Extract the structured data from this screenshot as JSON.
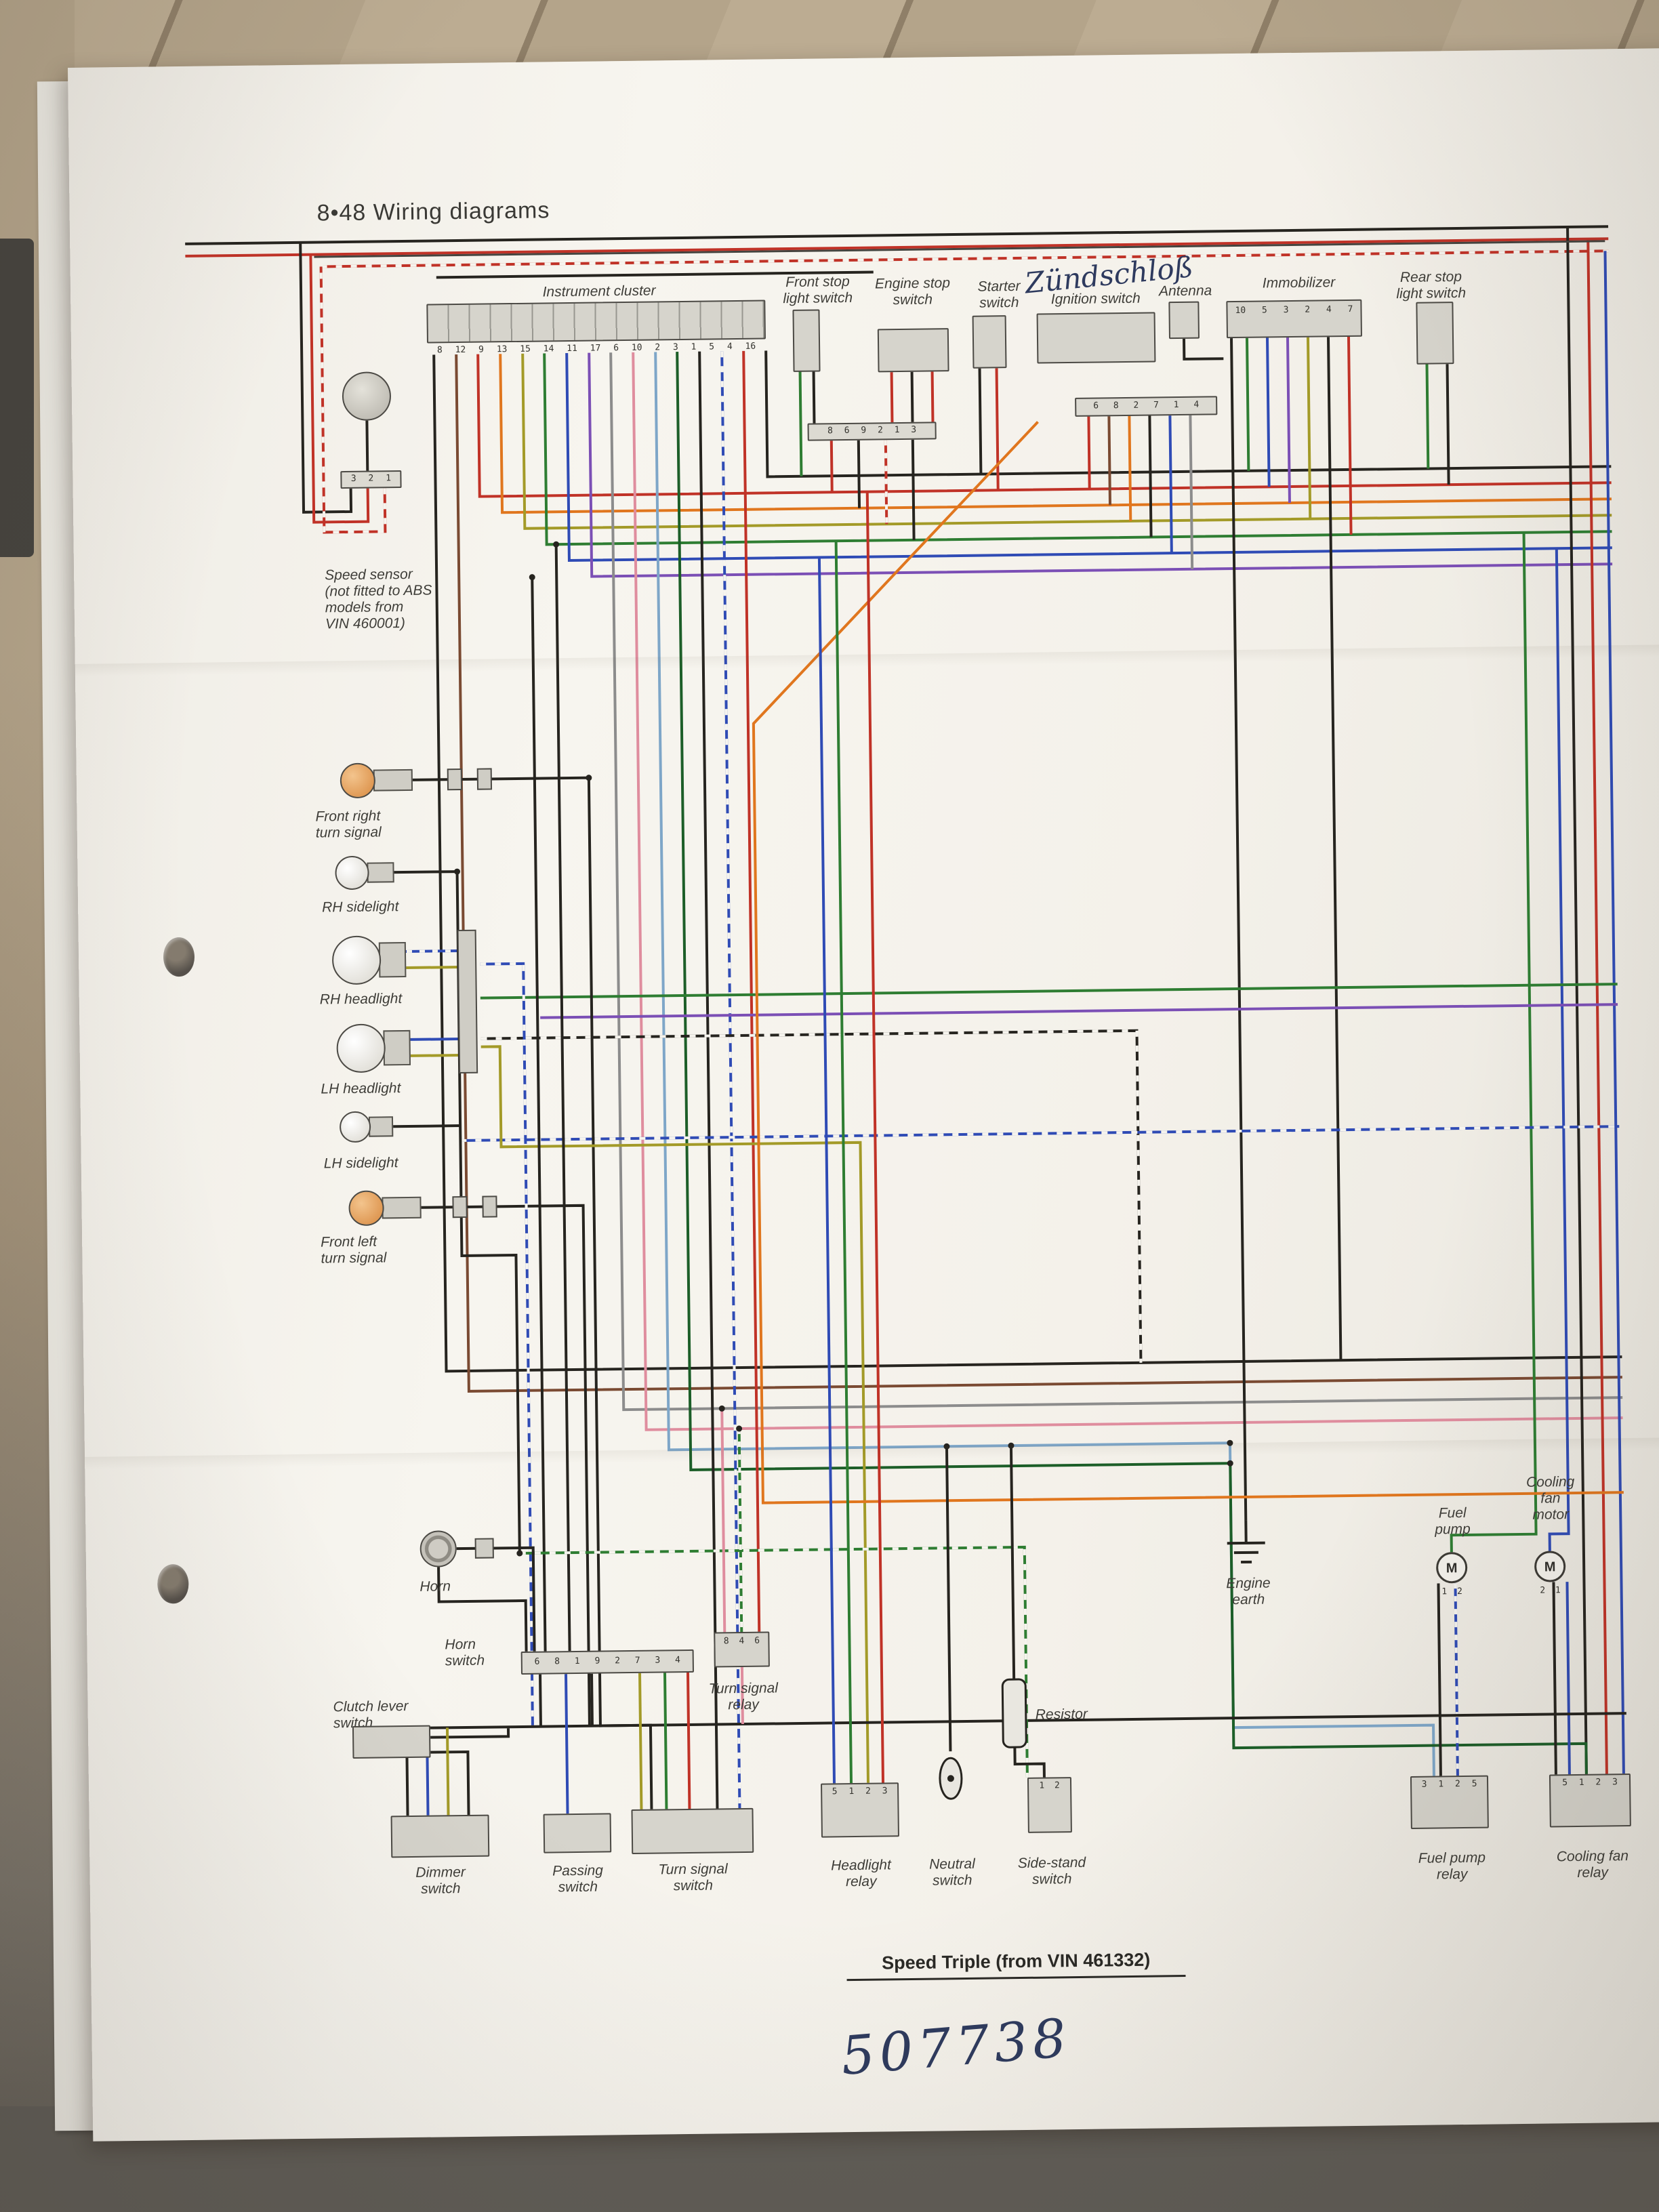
{
  "page": {
    "header": "8•48  Wiring diagrams",
    "caption": "Speed Triple (from VIN 461332)",
    "handwritten_number": "507738",
    "handwritten_note": "Zündschloß"
  },
  "wire_colors": {
    "black": "#26241f",
    "red": "#c03227",
    "blue": "#2f4bb5",
    "green": "#2e7d32",
    "olive": "#a39a28",
    "orange": "#e0761e",
    "purple": "#7b4fb5",
    "pink": "#df8d9e",
    "brown": "#7a4a32",
    "light_blue": "#7ea6c8",
    "gray": "#8c8c8c",
    "dark_green": "#1c5e28"
  },
  "components": {
    "instrument_cluster": {
      "label": "Instrument cluster",
      "pins": "8 12 9 13 15 14 11 17 6 10 2 3 1 5 4 16"
    },
    "front_stop_light_switch": {
      "label": "Front stop\nlight switch"
    },
    "engine_stop_switch": {
      "label": "Engine stop\nswitch"
    },
    "starter_switch": {
      "label": "Starter\nswitch"
    },
    "ignition_switch": {
      "label": "Ignition switch",
      "connector_pins": "6 8 2 7 1 4"
    },
    "antenna": {
      "label": "Antenna"
    },
    "immobilizer": {
      "label": "Immobilizer",
      "pins": "10 5 3 2 4 7"
    },
    "rear_stop_light_switch": {
      "label": "Rear stop\nlight switch"
    },
    "stop_switch_connector": {
      "pins": "8 6 9 2 1 3"
    },
    "speed_sensor": {
      "label": "Speed sensor\n(not fitted to ABS\nmodels from\nVIN 460001)",
      "pins": "3 2 1"
    },
    "front_right_turn_signal": {
      "label": "Front right\nturn signal"
    },
    "rh_sidelight": {
      "label": "RH sidelight"
    },
    "rh_headlight": {
      "label": "RH headlight"
    },
    "lh_headlight": {
      "label": "LH headlight"
    },
    "lh_sidelight": {
      "label": "LH sidelight"
    },
    "front_left_turn_signal": {
      "label": "Front left\nturn signal"
    },
    "horn": {
      "label": "Horn"
    },
    "horn_switch": {
      "label": "Horn\nswitch",
      "connector_pins": "6 8 1 9 2 7 3 4"
    },
    "clutch_lever_switch": {
      "label": "Clutch lever\nswitch"
    },
    "dimmer_switch": {
      "label": "Dimmer\nswitch"
    },
    "passing_switch": {
      "label": "Passing\nswitch"
    },
    "turn_signal_switch": {
      "label": "Turn signal\nswitch"
    },
    "turn_signal_relay": {
      "label": "Turn signal\nrelay",
      "pins": "8 4 6"
    },
    "headlight_relay": {
      "label": "Headlight\nrelay",
      "pins": "5 1 2 3"
    },
    "neutral_switch": {
      "label": "Neutral\nswitch"
    },
    "side_stand_switch": {
      "label": "Side-stand\nswitch",
      "pins": "1 2"
    },
    "resistor": {
      "label": "Resistor"
    },
    "engine_earth": {
      "label": "Engine\nearth"
    },
    "fuel_pump": {
      "label": "Fuel\npump",
      "symbol": "M",
      "pins": "1 2"
    },
    "cooling_fan_motor": {
      "label": "Cooling\nfan\nmotor",
      "symbol": "M",
      "pins": "2 1"
    },
    "fuel_pump_relay": {
      "label": "Fuel pump\nrelay",
      "pins": "3 1 2 5"
    },
    "cooling_fan_relay": {
      "label": "Cooling fan\nrelay",
      "pins": "5 1 2 3"
    }
  }
}
